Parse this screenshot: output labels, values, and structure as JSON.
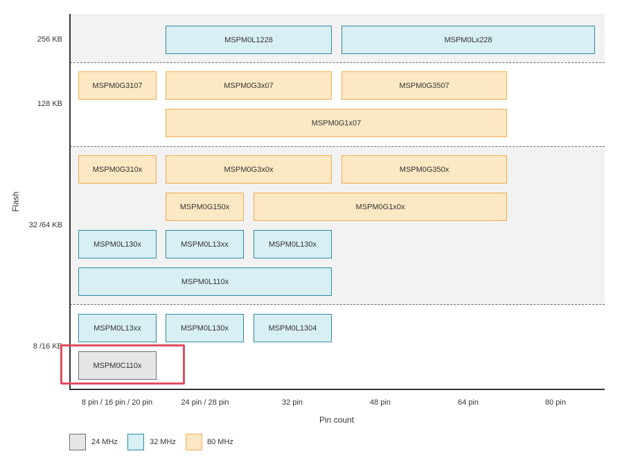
{
  "axes": {
    "y_title": "Flash",
    "x_title": "Pin count",
    "y_labels": [
      "256 KB",
      "128 KB",
      "32 /64 KB",
      "8 /16 KB"
    ],
    "x_labels": [
      "8 pin / 16 pin / 20 pin",
      "24 pin / 28 pin",
      "32 pin",
      "48 pin",
      "64 pin",
      "80 pin"
    ]
  },
  "chips": [
    {
      "label": "MSPM0L1228",
      "freq": "32"
    },
    {
      "label": "MSPM0Lx228",
      "freq": "32"
    },
    {
      "label": "MSPM0G3107",
      "freq": "80"
    },
    {
      "label": "MSPM0G3x07",
      "freq": "80"
    },
    {
      "label": "MSPM0G3507",
      "freq": "80"
    },
    {
      "label": "MSPM0G1x07",
      "freq": "80"
    },
    {
      "label": "MSPM0G310x",
      "freq": "80"
    },
    {
      "label": "MSPM0G3x0x",
      "freq": "80"
    },
    {
      "label": "MSPM0G350x",
      "freq": "80"
    },
    {
      "label": "MSPM0G150x",
      "freq": "80"
    },
    {
      "label": "MSPM0G1x0x",
      "freq": "80"
    },
    {
      "label": "MSPM0L130x",
      "freq": "32"
    },
    {
      "label": "MSPM0L13xx",
      "freq": "32"
    },
    {
      "label": "MSPM0L130x",
      "freq": "32"
    },
    {
      "label": "MSPM0L110x",
      "freq": "32"
    },
    {
      "label": "MSPM0L13xx",
      "freq": "32"
    },
    {
      "label": "MSPM0L130x",
      "freq": "32"
    },
    {
      "label": "MSPM0L1304",
      "freq": "32"
    },
    {
      "label": "MSPM0C110x",
      "freq": "24"
    }
  ],
  "legend": [
    {
      "label": "24 MHz",
      "color": "#e6e6e6",
      "border": "#6e6e6e"
    },
    {
      "label": "32 MHz",
      "color": "#d8eff4",
      "border": "#2b8aa0"
    },
    {
      "label": "80 MHz",
      "color": "#fde8c4",
      "border": "#f0ad52"
    }
  ],
  "highlighted_chip": "MSPM0C110x"
}
